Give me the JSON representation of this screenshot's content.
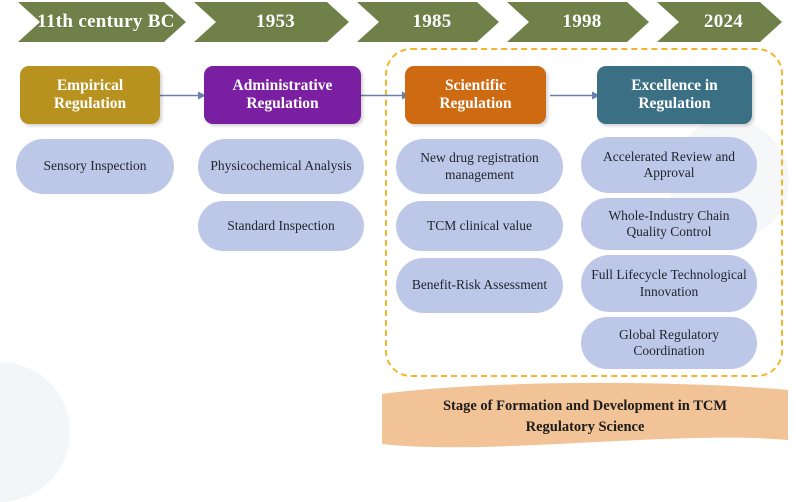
{
  "figure": {
    "title_caption": "Stage of Formation and Development in TCM Regulatory Science",
    "caption_line1": "Stage of Formation and Development in TCM",
    "caption_line2": "Regulatory Science"
  },
  "colors": {
    "timeline_green": "#6f8149",
    "stage_gold": "#b8921f",
    "stage_purple": "#7b1fa2",
    "stage_orange": "#cd6a12",
    "stage_teal": "#3b7084",
    "pill_blue": "#bdc8e8",
    "dashed_yellow": "#f5b52a",
    "ribbon_peach": "#f2c396",
    "connector_blue": "#6b7fae"
  },
  "timeline": {
    "name": "timeline-arrow-banner",
    "segments": [
      {
        "label": "11th century BC"
      },
      {
        "label": "1953"
      },
      {
        "label": "1985"
      },
      {
        "label": "1998"
      },
      {
        "label": "2024"
      }
    ]
  },
  "columns": [
    {
      "stage": "Empirical Regulation",
      "stage_line1": "Empirical",
      "stage_line2": "Regulation",
      "color": "#b8921f",
      "items": [
        {
          "label": "Sensory Inspection"
        }
      ]
    },
    {
      "stage": "Administrative Regulation",
      "stage_line1": "Administrative",
      "stage_line2": "Regulation",
      "color": "#7b1fa2",
      "items": [
        {
          "label": "Physicochemical Analysis"
        },
        {
          "label": "Standard Inspection"
        }
      ]
    },
    {
      "stage": "Scientific Regulation",
      "stage_line1": "Scientific",
      "stage_line2": "Regulation",
      "color": "#cd6a12",
      "items": [
        {
          "label": "New drug registration management"
        },
        {
          "label": "TCM clinical value"
        },
        {
          "label": "Benefit-Risk Assessment"
        }
      ]
    },
    {
      "stage": "Excellence in Regulation",
      "stage_line1": "Excellence in",
      "stage_line2": "Regulation",
      "color": "#3b7084",
      "items": [
        {
          "label": "Accelerated Review and Approval"
        },
        {
          "label": "Whole-Industry Chain Quality Control"
        },
        {
          "label": "Full Lifecycle Technological Innovation"
        },
        {
          "label": "Global Regulatory Coordination"
        }
      ]
    }
  ]
}
